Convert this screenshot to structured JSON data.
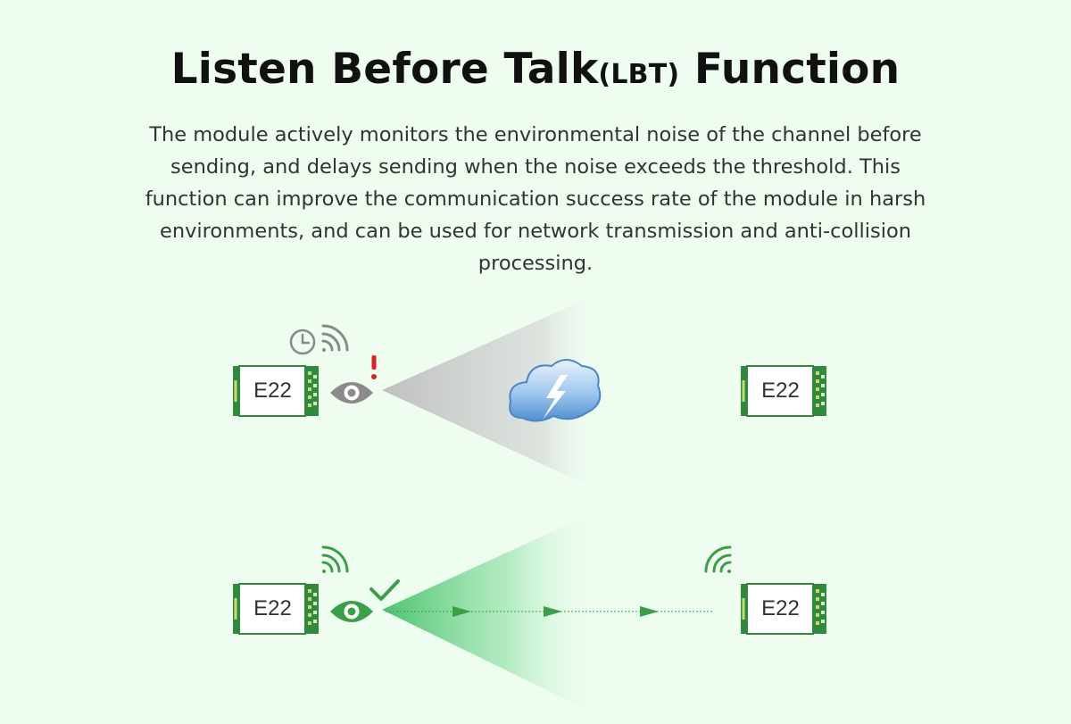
{
  "title_main": "Listen Before Talk",
  "title_abbr": "(LBT)",
  "title_tail": "Function",
  "description": "The module actively monitors the environmental noise of the channel before sending, and delays sending when the noise exceeds the threshold. This function can improve the communication success rate of the module in harsh environments, and can be used for network transmission and anti-collision processing.",
  "modules": {
    "top_left": "E22",
    "top_right": "E22",
    "bottom_left": "E22",
    "bottom_right": "E22"
  },
  "colors": {
    "background": "#effdf1",
    "accent_green": "#3aa046",
    "alert_red": "#e02020",
    "muted_gray": "#8a8a8a",
    "cloud_blue": "#5b9bd5"
  },
  "icons": [
    "clock-icon",
    "wifi-signal-icon",
    "eye-icon",
    "exclamation-icon",
    "lightning-cloud-icon",
    "checkmark-icon",
    "arrow-icon"
  ]
}
